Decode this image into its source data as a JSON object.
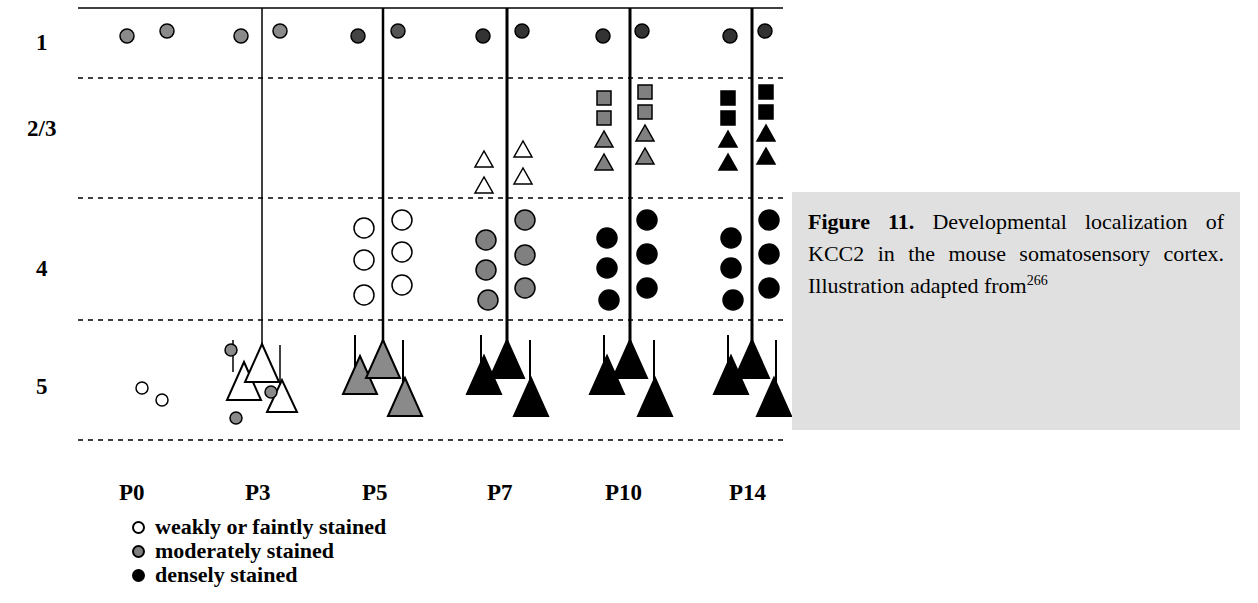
{
  "diagram": {
    "nodes": [
      {
        "text": [
          "Figure 11.",
          "Developmental localization of KCC2 in the mouse somatosensory cortex. Illustration adapted from",
          "266"
        ]
      }
    ],
    "labels": [
      "1",
      "2/3",
      "4",
      "5",
      "P0",
      "P3",
      "P5",
      "P7",
      "P10",
      "P14"
    ],
    "legend": [
      {
        "text": "weakly or faintly stained",
        "color": "#ffffff"
      },
      {
        "text": "moderately stained",
        "color": "#808080"
      },
      {
        "text": "densely stained",
        "color": "#000000"
      }
    ]
  }
}
